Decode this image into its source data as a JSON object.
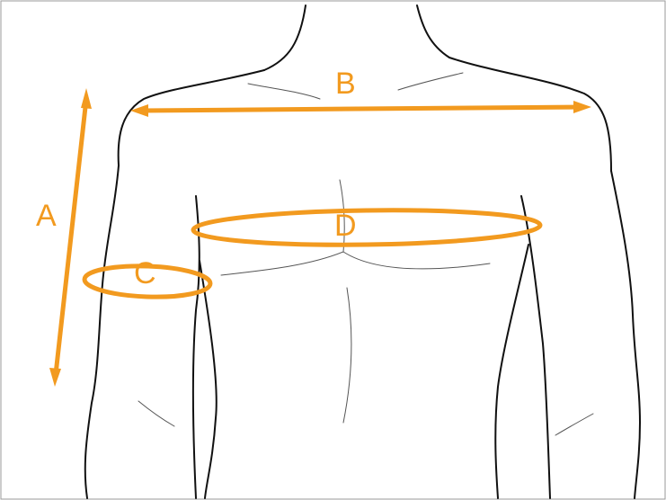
{
  "diagram": {
    "accent_color": "#F29A1F",
    "line_color": "#111111",
    "labels": {
      "a": "A",
      "b": "B",
      "c": "C",
      "d": "D"
    }
  }
}
